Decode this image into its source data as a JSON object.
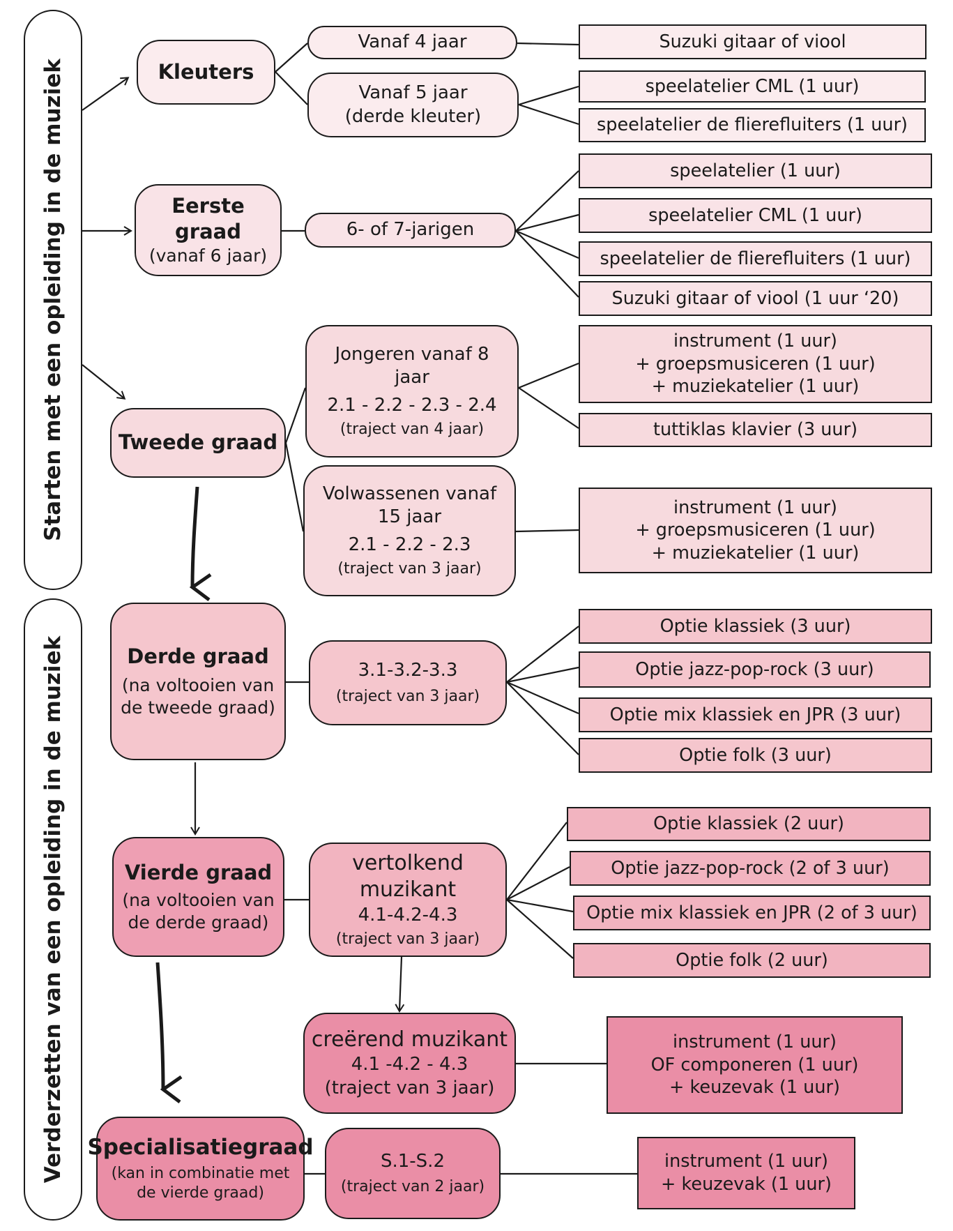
{
  "side_labels": {
    "start": "Starten met een opleiding in de muziek",
    "continue": "Verderzetten van een opleiding in de muziek"
  },
  "levels": {
    "kleuters": {
      "title": "Kleuters"
    },
    "eerste": {
      "title": "Eerste graad",
      "subtitle": "(vanaf 6 jaar)"
    },
    "tweede": {
      "title": "Tweede graad"
    },
    "derde": {
      "title": "Derde graad",
      "subtitle_line1": "(na voltooien van",
      "subtitle_line2": "de tweede graad)"
    },
    "vierde": {
      "title": "Vierde graad",
      "subtitle_line1": "(na voltooien van",
      "subtitle_line2": "de derde graad)"
    },
    "specialisatie": {
      "title": "Specialisatiegraad",
      "subtitle_line1": "(kan in combinatie met",
      "subtitle_line2": "de vierde graad)"
    }
  },
  "tracks": {
    "vanaf4": "Vanaf 4 jaar",
    "vanaf5": {
      "line1": "Vanaf 5 jaar",
      "line2": "(derde kleuter)"
    },
    "zes_zeven": "6- of 7-jarigen",
    "jongeren": {
      "line1": "Jongeren vanaf 8",
      "line2": "jaar",
      "line3": "2.1 - 2.2 - 2.3 - 2.4",
      "line4": "(traject van 4 jaar)"
    },
    "volwassenen": {
      "line1": "Volwassenen vanaf",
      "line2": "15 jaar",
      "line3": "2.1 - 2.2 - 2.3",
      "line4": "(traject van 3 jaar)"
    },
    "derde": {
      "line1": "3.1-3.2-3.3",
      "line2": "(traject van 3 jaar)"
    },
    "vertolkend": {
      "line1": "vertolkend",
      "line2": "muzikant",
      "line3": "4.1-4.2-4.3",
      "line4": "(traject van 3 jaar)"
    },
    "creerend": {
      "line1": "creërend muzikant",
      "line2": "4.1 -4.2 - 4.3",
      "line3": "(traject van 3 jaar)"
    },
    "spec": {
      "line1": "S.1-S.2",
      "line2": "(traject van 2 jaar)"
    }
  },
  "options": {
    "suzuki_kleuter": "Suzuki gitaar of viool",
    "speel_cml_kleuter": "speelatelier CML (1 uur)",
    "speel_flier_kleuter": "speelatelier de flierefluiters (1 uur)",
    "speel_eerste": "speelatelier (1 uur)",
    "speel_cml_eerste": "speelatelier CML (1 uur)",
    "speel_flier_eerste": "speelatelier de flierefluiters (1 uur)",
    "suzuki_eerste": "Suzuki gitaar of viool (1 uur ‘20)",
    "jong_pakket": {
      "line1": "instrument (1 uur)",
      "line2": "+ groepsmusiceren (1 uur)",
      "line3": "+ muziekatelier (1 uur)"
    },
    "tutti": "tuttiklas klavier (3 uur)",
    "volw_pakket": {
      "line1": "instrument (1 uur)",
      "line2": "+ groepsmusiceren (1 uur)",
      "line3": "+ muziekatelier (1 uur)"
    },
    "d_klassiek": "Optie klassiek (3 uur)",
    "d_jazz": "Optie jazz-pop-rock (3 uur)",
    "d_mix": "Optie mix klassiek en JPR (3 uur)",
    "d_folk": "Optie folk (3 uur)",
    "v_klassiek": "Optie klassiek (2 uur)",
    "v_jazz": "Optie jazz-pop-rock (2 of 3 uur)",
    "v_mix": "Optie mix klassiek en JPR (2 of 3 uur)",
    "v_folk": "Optie folk (2 uur)",
    "creerend_pakket": {
      "line1": "instrument (1 uur)",
      "line2": "OF componeren (1 uur)",
      "line3": "+ keuzevak (1 uur)"
    },
    "spec_pakket": {
      "line1": "instrument (1 uur)",
      "line2": "+ keuzevak (1 uur)"
    }
  },
  "colors": {
    "lightest": "#fbecee",
    "light": "#f9e3e7",
    "light2": "#f7dade",
    "mid": "#f5c6cd",
    "mid2": "#f2b4c0",
    "deep": "#ee9fb3",
    "deepest": "#ea8ea6",
    "line": "#1a1a1a"
  }
}
